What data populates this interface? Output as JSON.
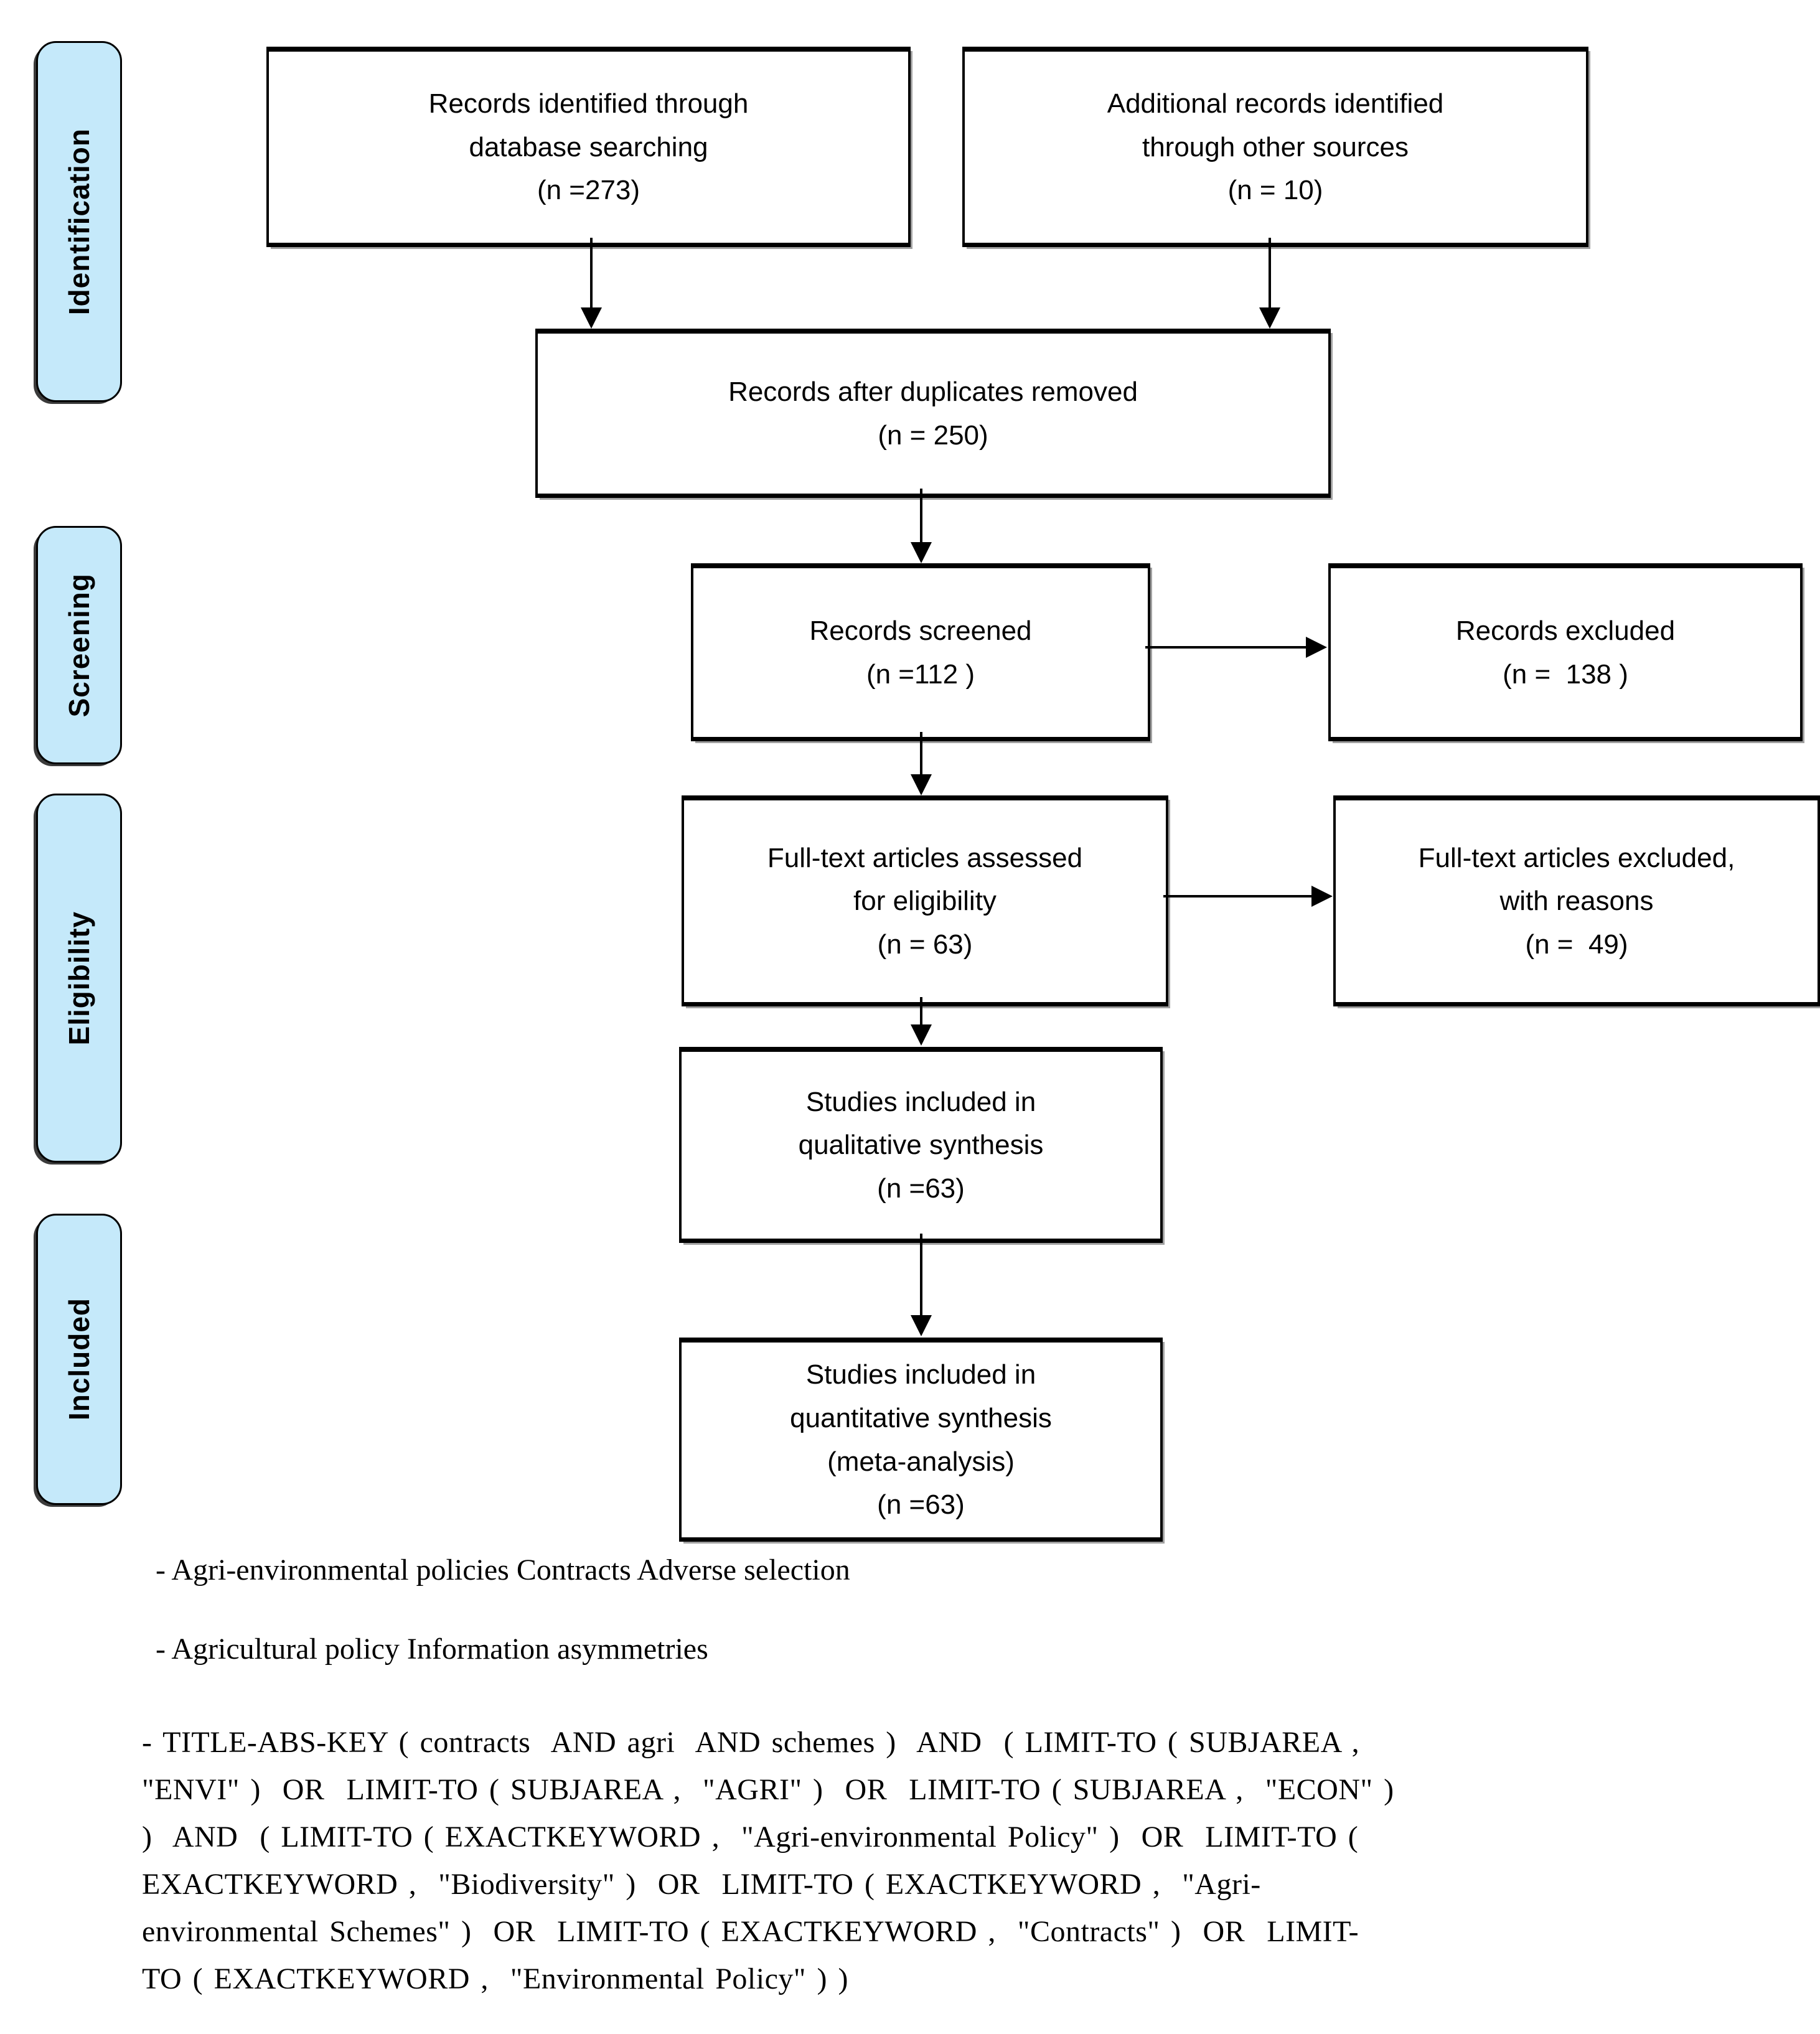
{
  "sidebar": {
    "items": [
      {
        "label": "Identification"
      },
      {
        "label": "Screening"
      },
      {
        "label": "Eligibility"
      },
      {
        "label": "Included"
      }
    ]
  },
  "flow": {
    "db_search": {
      "lines": [
        "Records identified through",
        "database searching",
        "(n =273)"
      ]
    },
    "other_sources": {
      "lines": [
        "Additional records identified",
        "through other sources",
        "(n = 10)"
      ]
    },
    "duplicates_removed": {
      "lines": [
        "Records after duplicates removed",
        "(n = 250)"
      ]
    },
    "screened": {
      "lines": [
        "Records screened",
        "(n =112 )"
      ]
    },
    "records_excluded": {
      "lines": [
        "Records excluded",
        "(n =  138 )"
      ]
    },
    "fulltext_assessed": {
      "lines": [
        "Full-text articles assessed",
        "for eligibility",
        "(n = 63)"
      ]
    },
    "fulltext_excluded": {
      "lines": [
        "Full-text articles excluded,",
        "with reasons",
        "(n =  49)"
      ]
    },
    "qualitative": {
      "lines": [
        "Studies included in",
        "qualitative synthesis",
        "(n =63)"
      ]
    },
    "quantitative": {
      "lines": [
        "Studies included in",
        "quantitative synthesis",
        "(meta-analysis)",
        "(n =63)"
      ]
    }
  },
  "notes": {
    "keyword_line_1": "- Agri-environmental policies Contracts Adverse selection",
    "keyword_line_2": "- Agricultural policy Information asymmetries",
    "query_lines": [
      "- TITLE-ABS-KEY ( contracts  AND agri  AND schemes )  AND  ( LIMIT-TO ( SUBJAREA ,",
      "\"ENVI\" )  OR  LIMIT-TO ( SUBJAREA ,  \"AGRI\" )  OR  LIMIT-TO ( SUBJAREA ,  \"ECON\" )",
      ")  AND  ( LIMIT-TO ( EXACTKEYWORD ,  \"Agri-environmental Policy\" )  OR  LIMIT-TO (",
      "EXACTKEYWORD ,  \"Biodiversity\" )  OR  LIMIT-TO ( EXACTKEYWORD ,  \"Agri-",
      "environmental Schemes\" )  OR  LIMIT-TO ( EXACTKEYWORD ,  \"Contracts\" )  OR  LIMIT-",
      "TO ( EXACTKEYWORD ,  \"Environmental Policy\" ) )"
    ]
  },
  "colors": {
    "tab_fill": "#c5e9fa",
    "box_fill": "#ffffff",
    "stroke": "#000000",
    "shadow": "#a0a0a0"
  }
}
